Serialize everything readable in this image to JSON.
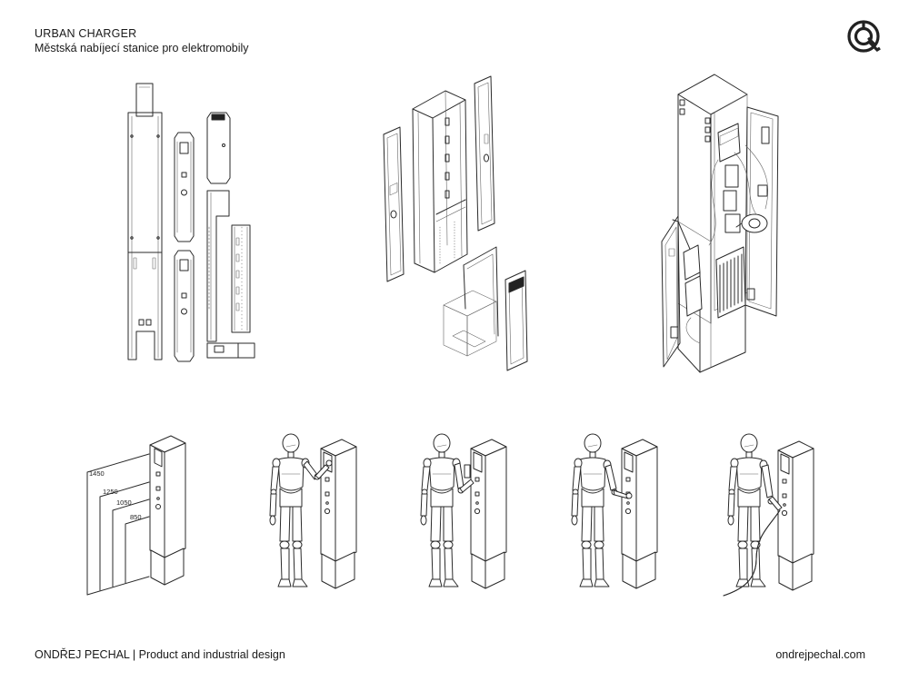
{
  "header": {
    "title": "URBAN CHARGER",
    "subtitle": "Městská nabíjecí stanice pro elektromobily"
  },
  "footer": {
    "credit": "ONDŘEJ PECHAL | Product and industrial design",
    "website": "ondrejpechal.com"
  },
  "logo": {
    "icon": "op-monogram-icon"
  },
  "height_labels": [
    "1450",
    "1250",
    "1050",
    "850"
  ]
}
